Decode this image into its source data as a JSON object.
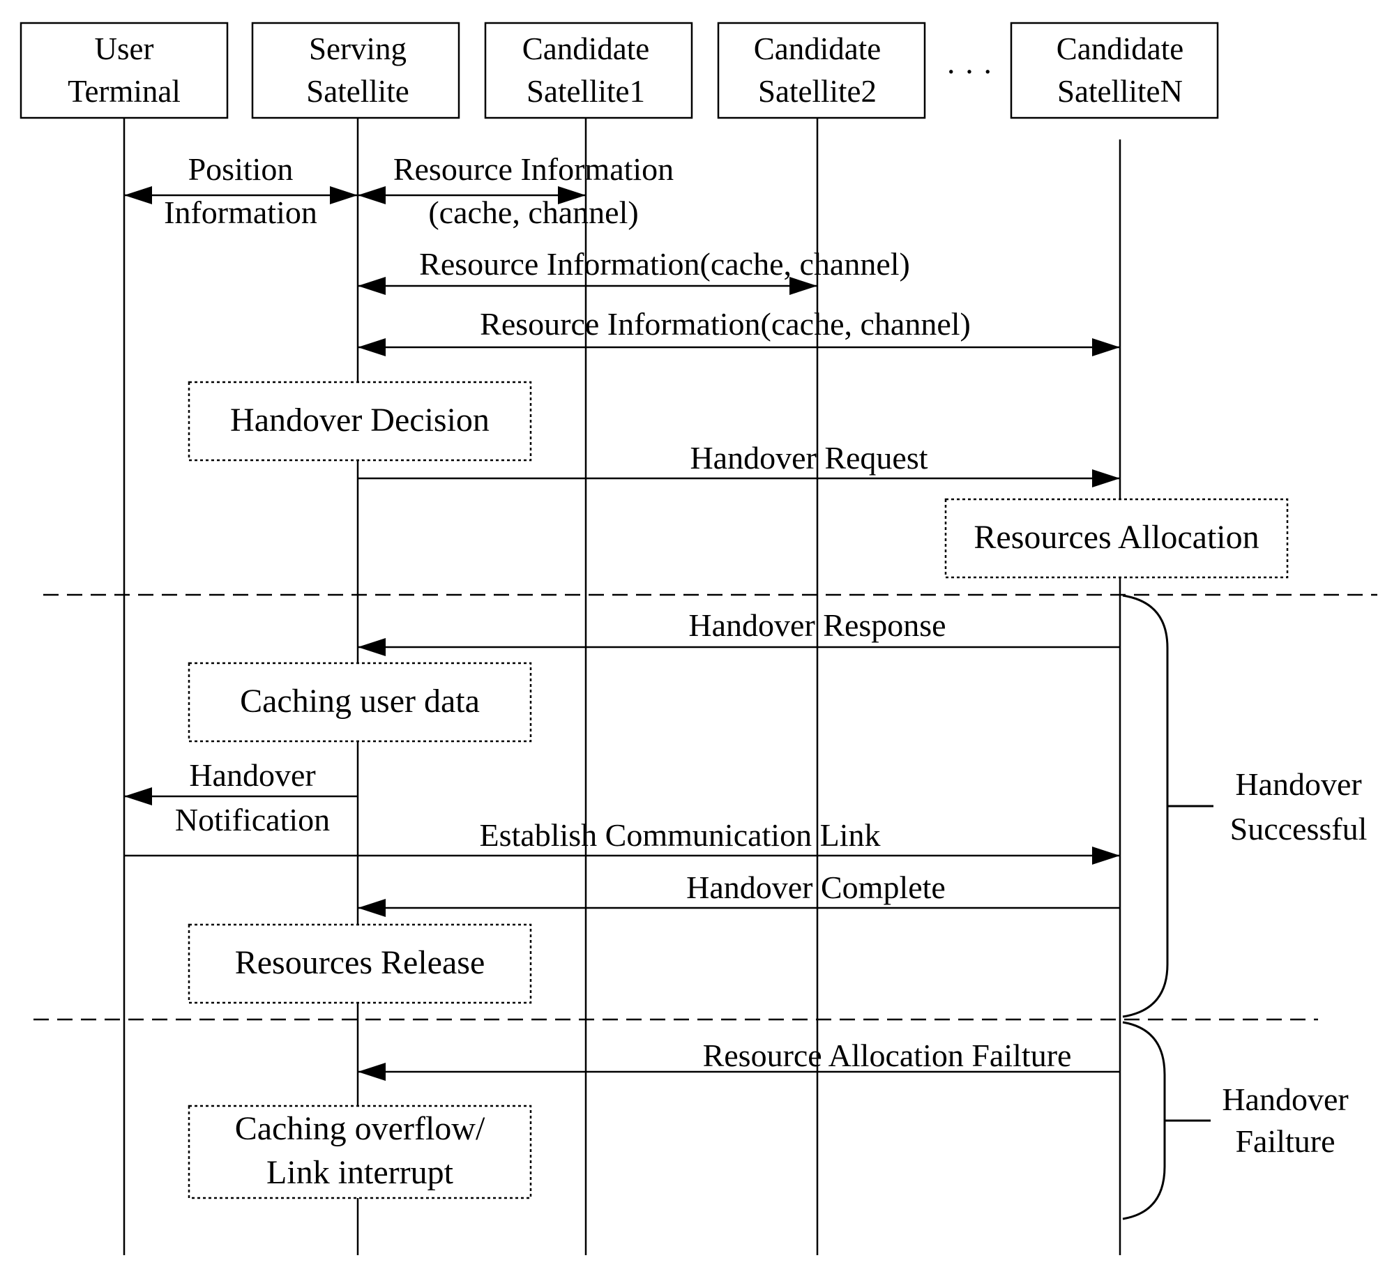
{
  "participants": [
    {
      "id": "ut",
      "lines": [
        "User",
        "Terminal"
      ]
    },
    {
      "id": "ss",
      "lines": [
        "Serving",
        "Satellite"
      ]
    },
    {
      "id": "cs1",
      "lines": [
        "Candidate",
        "Satellite1"
      ]
    },
    {
      "id": "cs2",
      "lines": [
        "Candidate",
        "Satellite2"
      ]
    },
    {
      "id": "csn",
      "lines": [
        "Candidate",
        "SatelliteN"
      ]
    }
  ],
  "ellipsis": "· · ·",
  "messages": [
    {
      "id": "position-information",
      "lines": [
        "Position",
        "Information"
      ]
    },
    {
      "id": "resource-info-cs1",
      "lines": [
        "Resource Information",
        "(cache, channel)"
      ]
    },
    {
      "id": "resource-info-cs2",
      "lines": [
        "Resource Information(cache, channel)"
      ]
    },
    {
      "id": "resource-info-csn",
      "lines": [
        "Resource Information(cache, channel)"
      ]
    },
    {
      "id": "handover-request",
      "lines": [
        "Handover Request"
      ]
    },
    {
      "id": "handover-response",
      "lines": [
        "Handover Response"
      ]
    },
    {
      "id": "handover-notification",
      "lines": [
        "Handover",
        "Notification"
      ]
    },
    {
      "id": "establish-communication-link",
      "lines": [
        "Establish Communication Link"
      ]
    },
    {
      "id": "handover-complete",
      "lines": [
        "Handover Complete"
      ]
    },
    {
      "id": "resource-allocation-failture",
      "lines": [
        "Resource Allocation Failture"
      ]
    }
  ],
  "processes": [
    {
      "id": "handover-decision",
      "lines": [
        "Handover Decision"
      ]
    },
    {
      "id": "resources-allocation",
      "lines": [
        "Resources Allocation"
      ]
    },
    {
      "id": "caching-user-data",
      "lines": [
        "Caching user data"
      ]
    },
    {
      "id": "resources-release",
      "lines": [
        "Resources Release"
      ]
    },
    {
      "id": "caching-overflow",
      "lines": [
        "Caching overflow/",
        "Link interrupt"
      ]
    }
  ],
  "outcomes": [
    {
      "id": "handover-successful",
      "lines": [
        "Handover",
        "Successful"
      ]
    },
    {
      "id": "handover-failture",
      "lines": [
        "Handover",
        "Failture"
      ]
    }
  ]
}
